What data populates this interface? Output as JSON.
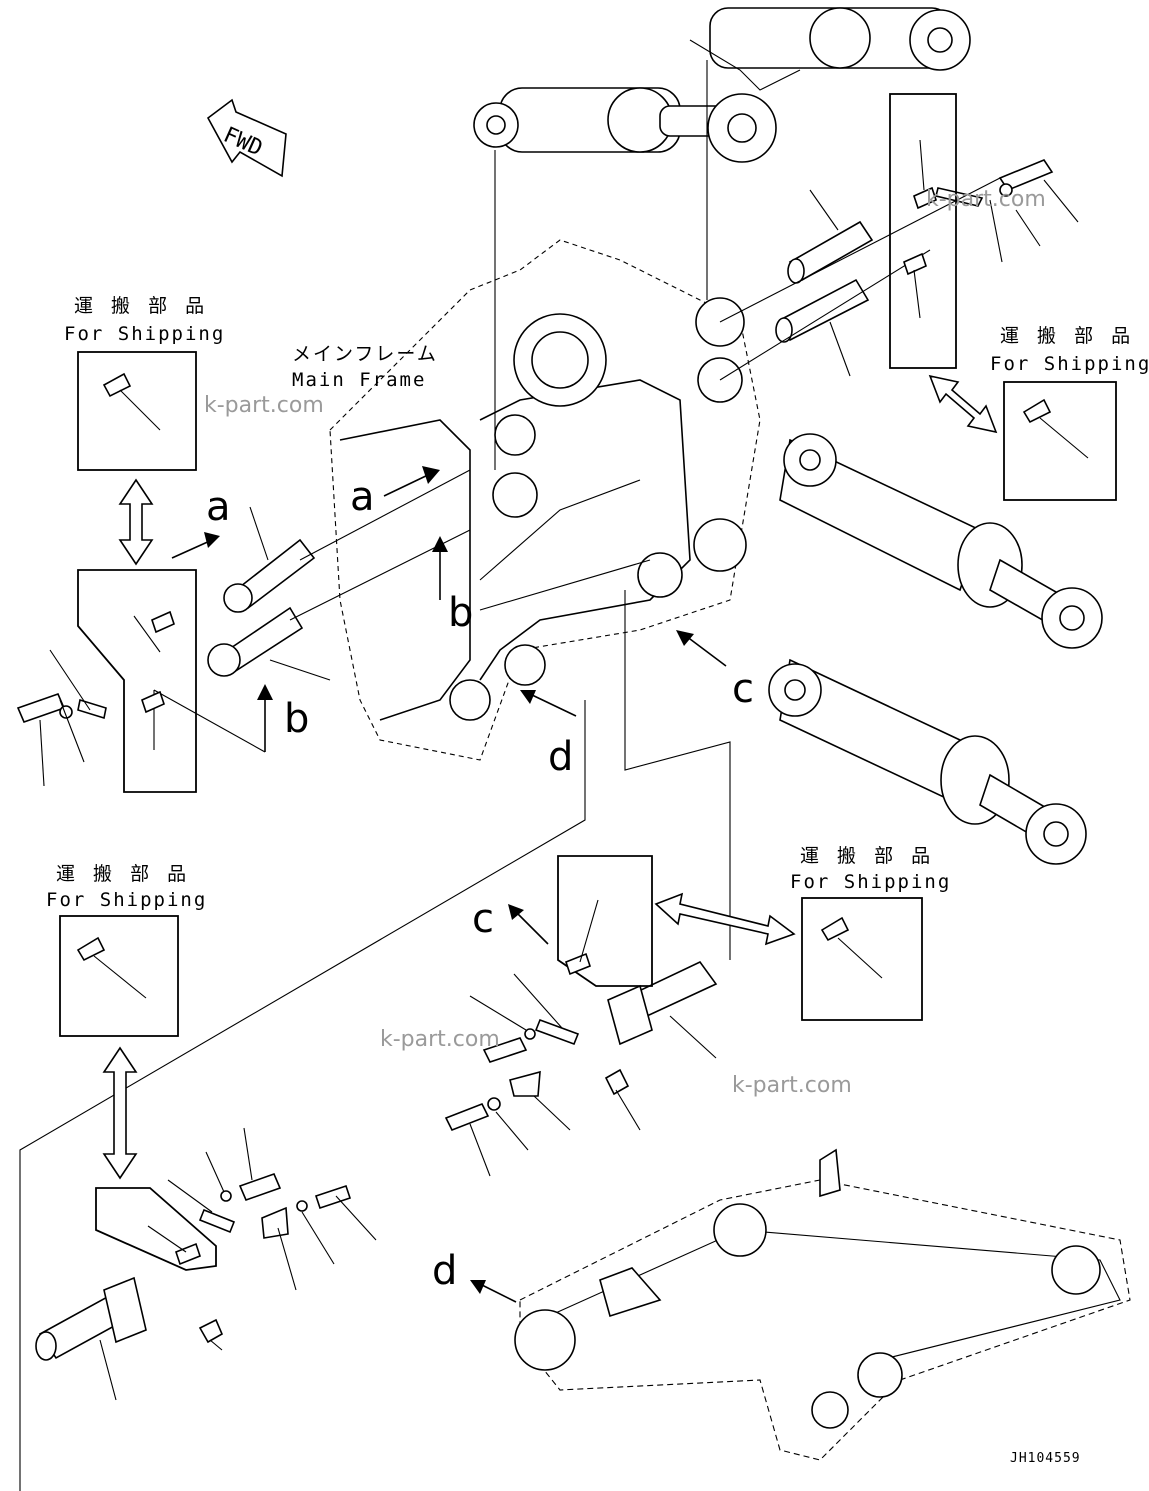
{
  "figure": {
    "drawing_code": "JH104559",
    "fwd_label": "FWD",
    "main_frame": {
      "jp": "メインフレーム",
      "en": "Main Frame"
    },
    "shipping_labels": [
      {
        "jp": "運 搬 部 品",
        "en": "For Shipping"
      },
      {
        "jp": "運 搬 部 品",
        "en": "For Shipping"
      },
      {
        "jp": "運 搬 部 品",
        "en": "For Shipping"
      },
      {
        "jp": "運 搬 部 品",
        "en": "For Shipping"
      }
    ],
    "callouts": [
      "a",
      "a",
      "b",
      "b",
      "c",
      "c",
      "d",
      "d"
    ],
    "watermarks": [
      "k-part.com",
      "k-part.com",
      "k-part.com",
      "k-part.com"
    ]
  }
}
